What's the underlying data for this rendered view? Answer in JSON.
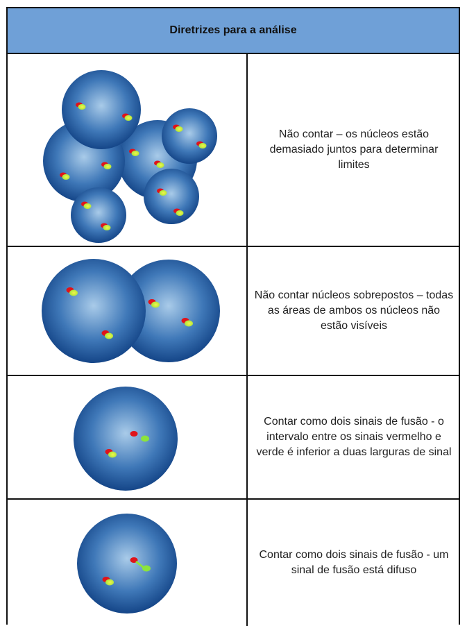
{
  "header": {
    "title": "Diretrizes para a análise"
  },
  "rows": [
    {
      "description": "Não contar – os núcleos estão demasiado juntos para determinar limites"
    },
    {
      "description": "Não contar núcleos sobrepostos – todas as áreas de ambos os núcleos não estão visíveis"
    },
    {
      "description": "Contar como dois sinais de fusão - o intervalo entre os sinais vermelho e verde é inferior a duas larguras de sinal"
    },
    {
      "description": "Contar como dois sinais de fusão - um sinal de fusão está difuso"
    }
  ],
  "colors": {
    "header_bg": "#6fa0d7",
    "nucleus_center": "#8fb8e0",
    "nucleus_edge": "#0d3f85",
    "signal_red": "#e0131a",
    "signal_green": "#8ce43c",
    "signal_yellow": "#e6ee2a"
  }
}
